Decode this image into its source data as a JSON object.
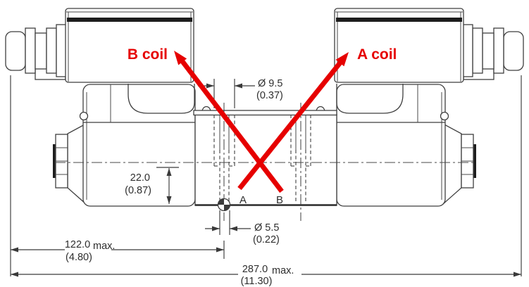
{
  "drawing": {
    "title": "solenoid-valve-dimension-drawing",
    "coil_labels": {
      "b": "B coil",
      "a": "A coil"
    },
    "port_labels": {
      "a": "A",
      "b": "B"
    },
    "dimensions": {
      "top_hole_diameter": {
        "metric": "Ø 9.5",
        "inches": "(0.37)"
      },
      "port_face_height": {
        "metric": "22.0",
        "inches": "(0.87)"
      },
      "bottom_hole_diameter": {
        "metric": "Ø 5.5",
        "inches": "(0.22)"
      },
      "coil_end_length": {
        "metric": "122.0",
        "inches": "(4.80)",
        "qualifier": "max."
      },
      "overall_length": {
        "metric": "287.0",
        "inches": "(11.30)",
        "qualifier": "max."
      }
    },
    "colors": {
      "line": "#3f3f3f",
      "accent_red": "#e60000",
      "background": "#ffffff"
    }
  }
}
